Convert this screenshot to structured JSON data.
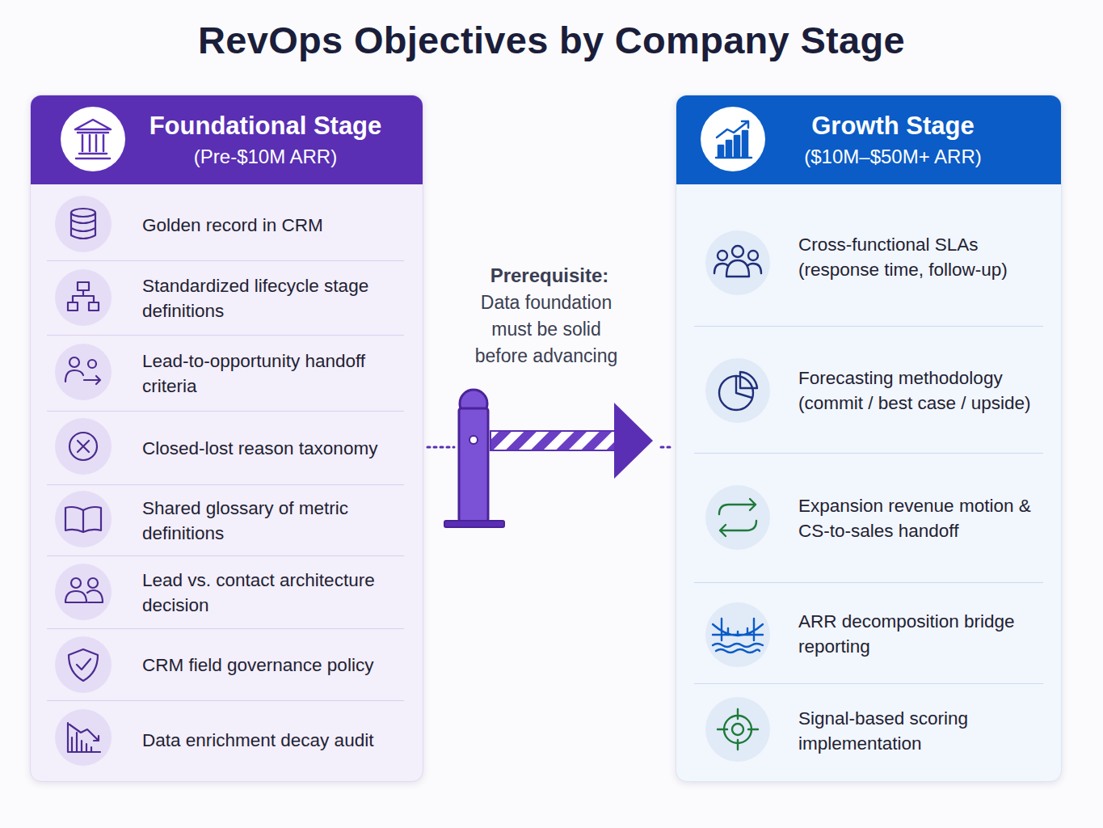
{
  "diagram": {
    "title": "RevOps Objectives by Company Stage",
    "nodes": [
      {
        "text": [
          "Foundational Stage",
          "(Pre-$10M ARR)"
        ]
      },
      {
        "text": [
          "Golden record in CRM"
        ],
        "in": 0
      },
      {
        "text": [
          "Standardized lifecycle stage definitions"
        ],
        "in": 0
      },
      {
        "text": [
          "Lead-to-opportunity handoff criteria"
        ],
        "in": 0
      },
      {
        "text": [
          "Closed-lost reason taxonomy"
        ],
        "in": 0
      },
      {
        "text": [
          "Shared glossary of metric definitions"
        ],
        "in": 0
      },
      {
        "text": [
          "Lead vs. contact architecture decision"
        ],
        "in": 0
      },
      {
        "text": [
          "CRM field governance policy"
        ],
        "in": 0
      },
      {
        "text": [
          "Data enrichment decay audit"
        ],
        "in": 0
      },
      {
        "text": [
          "Growth Stage",
          "($10M–$50M+ ARR)"
        ]
      },
      {
        "text": [
          "Cross-functional SLAs (response time, follow-up)"
        ],
        "in": 9
      },
      {
        "text": [
          "Forecasting methodology (commit / best case / upside)"
        ],
        "in": 9
      },
      {
        "text": [
          "Expansion revenue motion & CS-to-sales handoff"
        ],
        "in": 9
      },
      {
        "text": [
          "ARR decomposition bridge reporting"
        ],
        "in": 9
      },
      {
        "text": [
          "Signal-based scoring implementation"
        ],
        "in": 9
      }
    ],
    "edges": [
      {
        "from": 0,
        "to": 9,
        "label": "Prerequisite:",
        "arrow": "to"
      }
    ],
    "labels": [
      "Data foundation must be solid before advancing"
    ]
  }
}
